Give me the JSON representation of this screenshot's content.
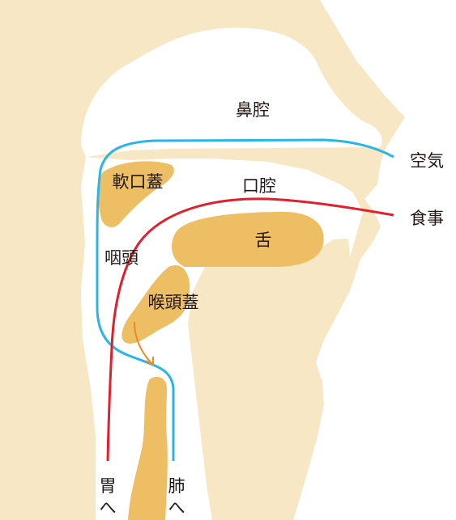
{
  "labels": {
    "nasal_cavity": "鼻腔",
    "air": "空気",
    "soft_palate": "軟口蓋",
    "oral_cavity": "口腔",
    "food": "食事",
    "tongue": "舌",
    "pharynx": "咽頭",
    "epiglottis": "喉頭蓋",
    "stomach": "胃",
    "stomach_to": "へ",
    "lungs": "肺",
    "lungs_to": "へ"
  },
  "colors": {
    "tissue": "#f8e7c4",
    "organ": "#eebe65",
    "air_path": "#29b6e6",
    "food_path": "#e2202d",
    "fold_arrow": "#ec8a23",
    "text": "#231815"
  }
}
